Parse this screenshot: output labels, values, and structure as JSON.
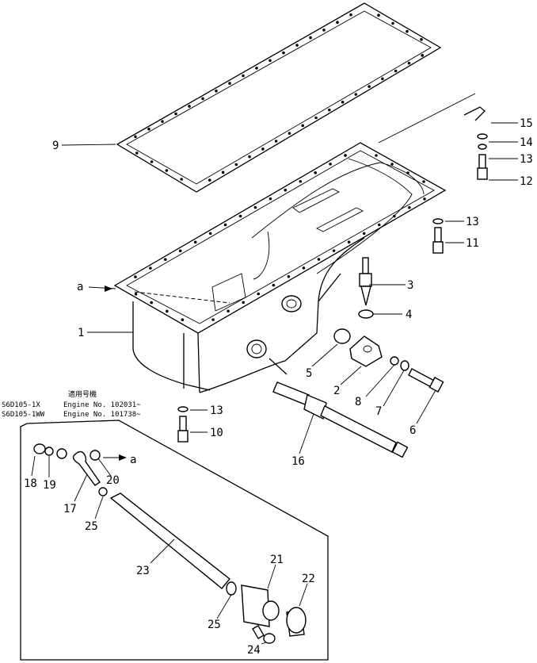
{
  "callouts": [
    {
      "id": "p1",
      "text": "1"
    },
    {
      "id": "p2",
      "text": "2"
    },
    {
      "id": "p3",
      "text": "3"
    },
    {
      "id": "p4",
      "text": "4"
    },
    {
      "id": "p5",
      "text": "5"
    },
    {
      "id": "p6",
      "text": "6"
    },
    {
      "id": "p7",
      "text": "7"
    },
    {
      "id": "p8",
      "text": "8"
    },
    {
      "id": "p9",
      "text": "9"
    },
    {
      "id": "p10",
      "text": "10"
    },
    {
      "id": "p11",
      "text": "11"
    },
    {
      "id": "p12",
      "text": "12"
    },
    {
      "id": "p13a",
      "text": "13"
    },
    {
      "id": "p13b",
      "text": "13"
    },
    {
      "id": "p13c",
      "text": "13"
    },
    {
      "id": "p14",
      "text": "14"
    },
    {
      "id": "p15",
      "text": "15"
    },
    {
      "id": "p16",
      "text": "16"
    },
    {
      "id": "p17",
      "text": "17"
    },
    {
      "id": "p18",
      "text": "18"
    },
    {
      "id": "p19",
      "text": "19"
    },
    {
      "id": "p20",
      "text": "20"
    },
    {
      "id": "p21",
      "text": "21"
    },
    {
      "id": "p22",
      "text": "22"
    },
    {
      "id": "p23",
      "text": "23"
    },
    {
      "id": "p24",
      "text": "24"
    },
    {
      "id": "p25a",
      "text": "25"
    },
    {
      "id": "p25b",
      "text": "25"
    },
    {
      "id": "refA1",
      "text": "a"
    },
    {
      "id": "refA2",
      "text": "a"
    }
  ],
  "applicability": {
    "header": "適用号機",
    "rows": [
      {
        "model": "S6D105-1X",
        "engine": "Engine  No.  102031~"
      },
      {
        "model": "S6D105-1WW",
        "engine": "Engine  No.  101738~"
      }
    ]
  }
}
